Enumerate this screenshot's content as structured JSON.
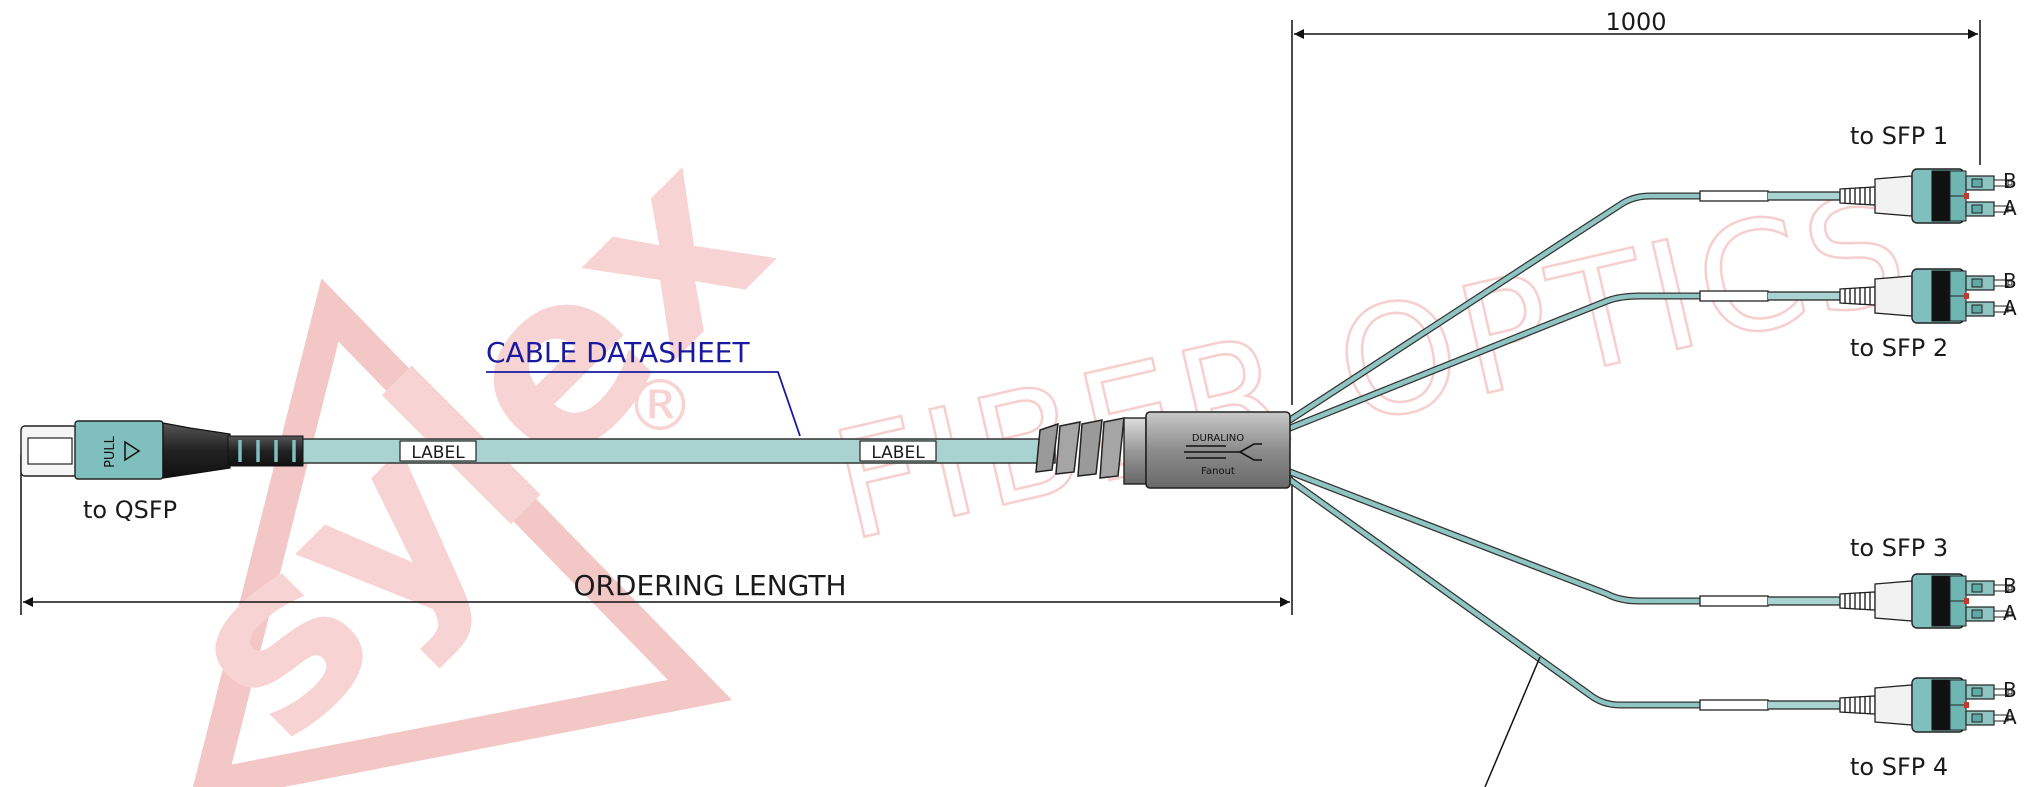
{
  "watermark": {
    "brand": "sylex",
    "registered": "®",
    "subtitle": "FIBER OPTICS",
    "color": "#f2b9b9"
  },
  "labels": {
    "dimension_top": "1000",
    "cable_datasheet": "CABLE DATASHEET",
    "ordering_length": "ORDERING LENGTH",
    "qsfp": "to QSFP",
    "label_tag_1": "LABEL",
    "label_tag_2": "LABEL",
    "pull_tab": "PULL",
    "fanout_brand": "DURALINO",
    "fanout_type": "Fanout"
  },
  "sfp_ports": [
    {
      "label": "to SFP 1",
      "b": "B",
      "a": "A"
    },
    {
      "label": "to SFP 2",
      "b": "B",
      "a": "A"
    },
    {
      "label": "to SFP 3",
      "b": "B",
      "a": "A"
    },
    {
      "label": "to SFP 4",
      "b": "B",
      "a": "A"
    }
  ],
  "colors": {
    "cable": "#a9d3d0",
    "connector": "#7fbfbd",
    "link": "#1a1aa0",
    "boot": "#2a2a2a",
    "fanout": "#8a8a8a"
  }
}
